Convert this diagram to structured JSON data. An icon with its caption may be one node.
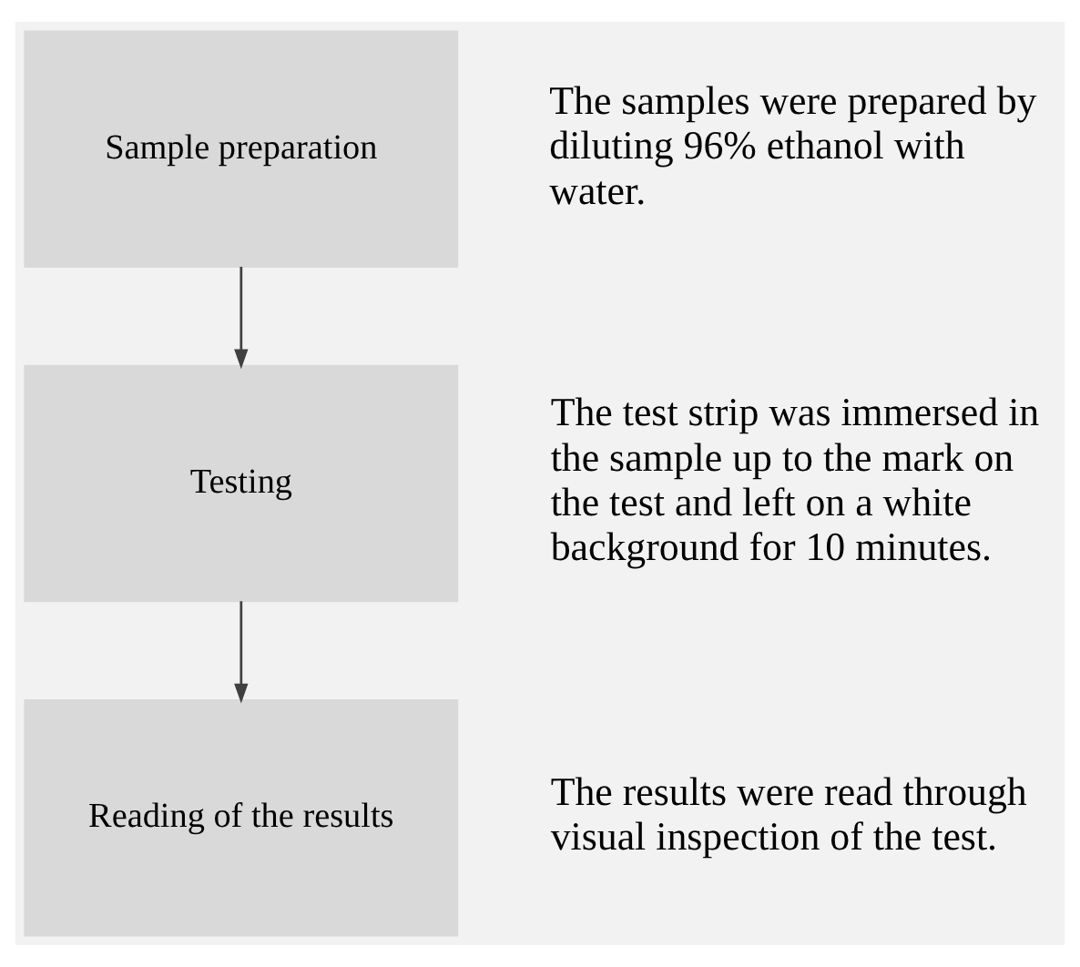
{
  "diagram": {
    "nodes": [
      {
        "text": [
          "Sample preparation"
        ],
        "beside": [
          "The samples were prepared by diluting 96% ethanol with water."
        ]
      },
      {
        "text": [
          "Testing"
        ],
        "beside": [
          "The test strip was immersed in the sample up to the mark on the test and left on a white background for 10 minutes."
        ]
      },
      {
        "text": [
          "Reading of the results"
        ],
        "beside": [
          "The results were read through visual inspection of the test."
        ]
      }
    ],
    "edges": [
      {
        "from": 0,
        "to": 1,
        "arrow": "to"
      },
      {
        "from": 1,
        "to": 2,
        "arrow": "to"
      }
    ]
  }
}
